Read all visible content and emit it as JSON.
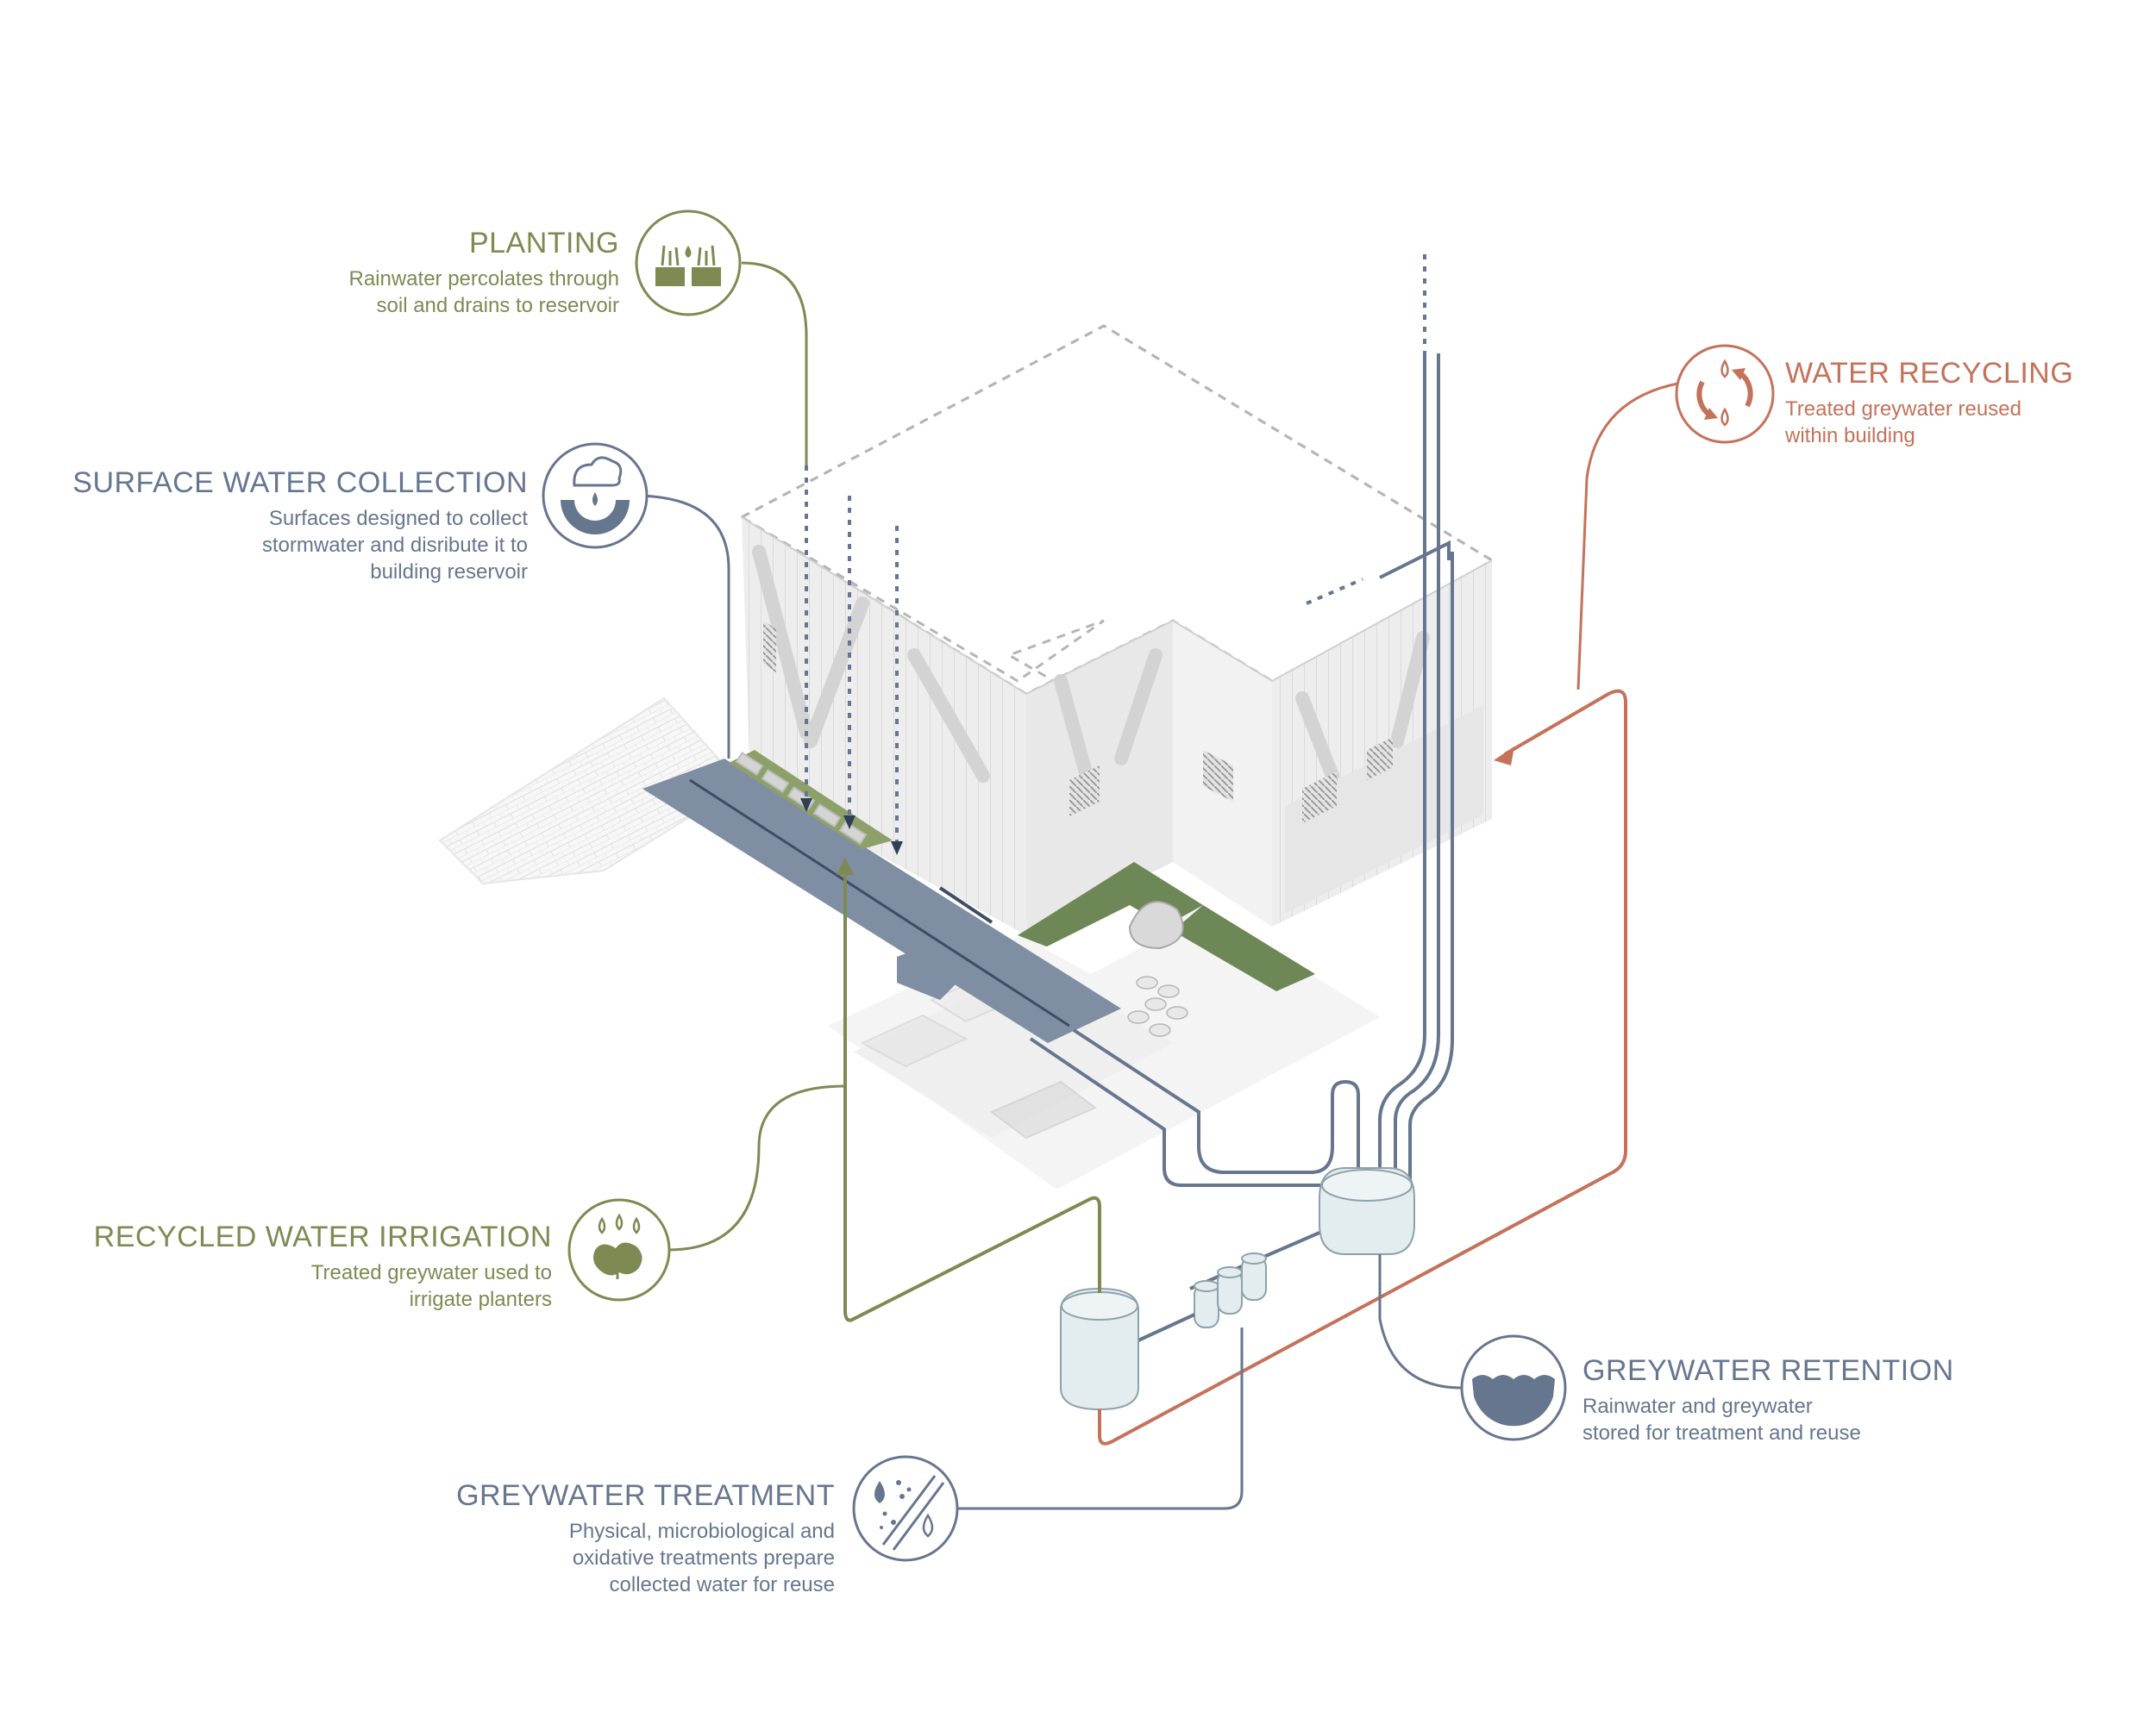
{
  "annotations": {
    "planting": {
      "title": "PLANTING",
      "lines": [
        "Rainwater percolates through",
        "soil and drains to reservoir"
      ]
    },
    "surface_water": {
      "title": "SURFACE WATER COLLECTION",
      "lines": [
        "Surfaces designed to collect",
        "stormwater and disribute it to",
        "building reservoir"
      ]
    },
    "water_recycling": {
      "title": "WATER RECYCLING",
      "lines": [
        "Treated greywater reused",
        "within building"
      ]
    },
    "irrigation": {
      "title": "RECYCLED WATER IRRIGATION",
      "lines": [
        "Treated greywater used to",
        "irrigate planters"
      ]
    },
    "retention": {
      "title": "GREYWATER RETENTION",
      "lines": [
        "Rainwater and greywater",
        "stored for treatment and reuse"
      ]
    },
    "treatment": {
      "title": "GREYWATER TREATMENT",
      "lines": [
        "Physical, microbiological and",
        "oxidative treatments prepare",
        "collected water for reuse"
      ]
    }
  },
  "icons": {
    "planting": "planter-icon",
    "surface_water": "rain-cloud-icon",
    "water_recycling": "recycle-water-icon",
    "irrigation": "leaf-water-icon",
    "retention": "water-tank-icon",
    "treatment": "filtration-icon"
  },
  "colors": {
    "green": "#7e8a52",
    "slate": "#66768e",
    "rust": "#c4725a",
    "building": "#ececec",
    "tank": "#e3ecee"
  }
}
